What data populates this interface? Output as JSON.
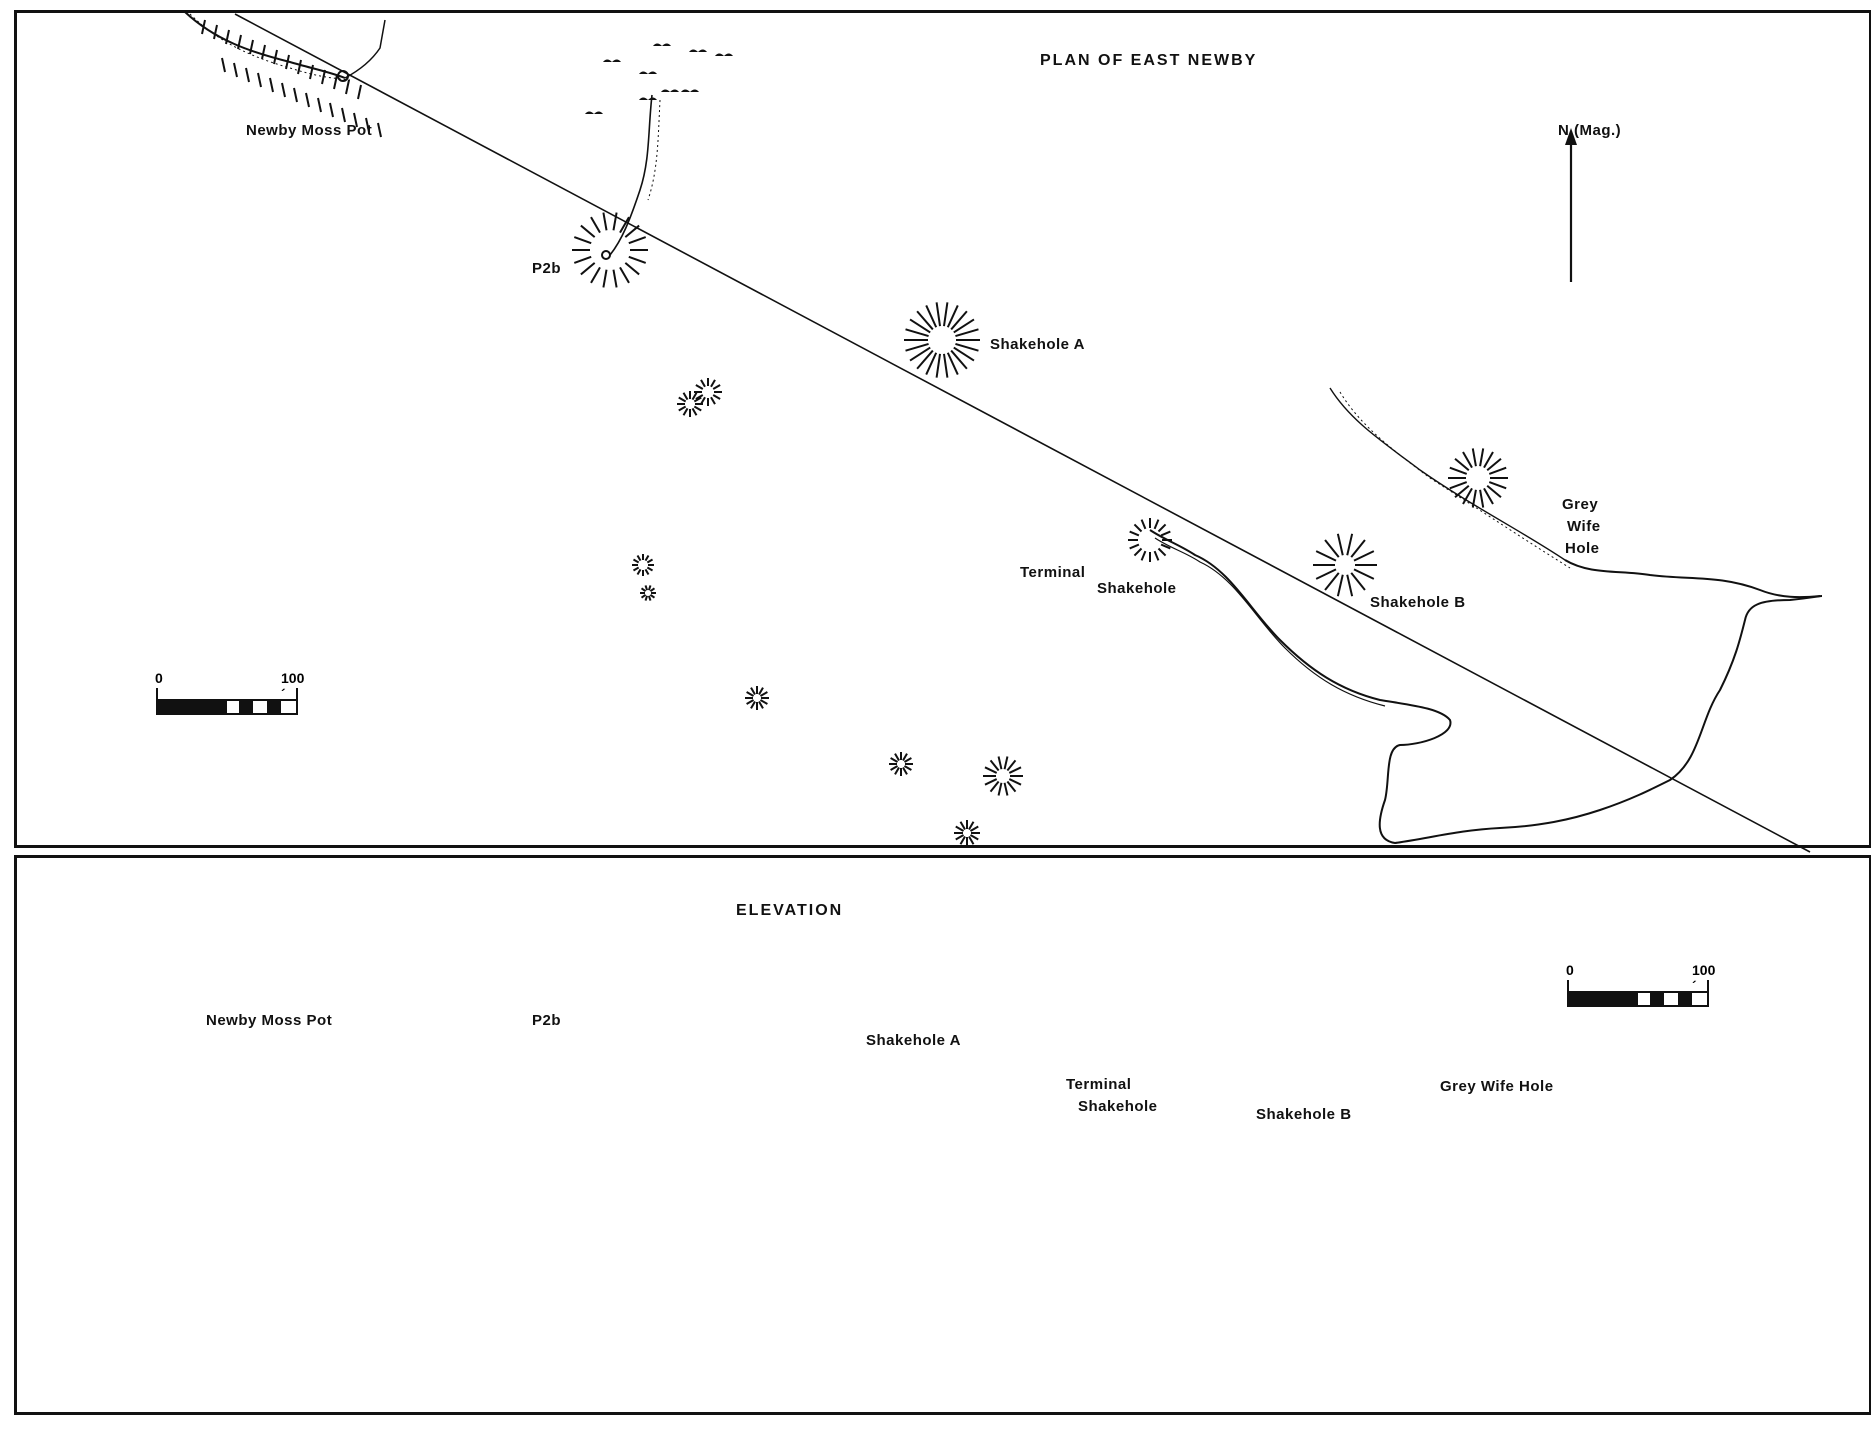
{
  "plan": {
    "title": "PLAN OF EAST NEWBY",
    "north_label": "N.(Mag.)",
    "labels": {
      "newby_moss_pot": "Newby Moss Pot",
      "p2b": "P2b",
      "shakehole_a": "Shakehole A",
      "terminal_shakehole_1": "Terminal",
      "terminal_shakehole_2": "Shakehole",
      "shakehole_b": "Shakehole B",
      "grey_wife_1": "Grey",
      "grey_wife_2": "Wife",
      "grey_wife_3": "Hole"
    },
    "scale": {
      "start": "0",
      "end": "100´"
    }
  },
  "elevation": {
    "title": "ELEVATION",
    "labels": {
      "newby_moss_pot": "Newby Moss Pot",
      "p2b": "P2b",
      "shakehole_a": "Shakehole A",
      "terminal_shakehole_1": "Terminal",
      "terminal_shakehole_2": "Shakehole",
      "shakehole_b": "Shakehole B",
      "grey_wife_hole": "Grey Wife Hole"
    },
    "scale": {
      "start": "0",
      "end": "100´"
    }
  },
  "colors": {
    "ink": "#111111",
    "paper": "#ffffff"
  }
}
